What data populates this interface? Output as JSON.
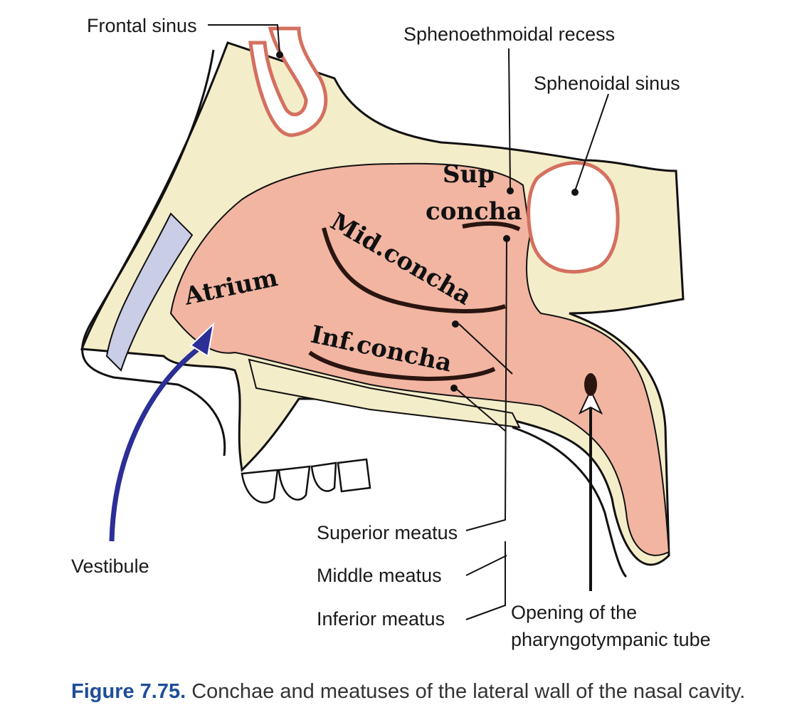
{
  "labels": {
    "frontal_sinus": "Frontal sinus",
    "sphenoethmoidal_recess": "Sphenoethmoidal recess",
    "sphenoidal_sinus": "Sphenoidal sinus",
    "superior_meatus": "Superior meatus",
    "middle_meatus": "Middle meatus",
    "inferior_meatus": "Inferior meatus",
    "vestibule": "Vestibule",
    "tube_line1": "Opening of the",
    "tube_line2": "pharyngotympanic tube"
  },
  "drawn_labels": {
    "sup": "Sup",
    "concha": "concha",
    "mid_concha": "Mid.concha",
    "atrium": "Atrium",
    "inf_concha": "Inf.concha"
  },
  "caption": {
    "number": "Figure 7.75.",
    "text": "Conchae and meatuses of the lateral wall of the nasal cavity."
  },
  "colors": {
    "bone": "#f4edc9",
    "mucosa": "#f2b5a2",
    "outline": "#111111",
    "arrow": "#2b2f96",
    "caption_accent": "#1f4e9a"
  }
}
